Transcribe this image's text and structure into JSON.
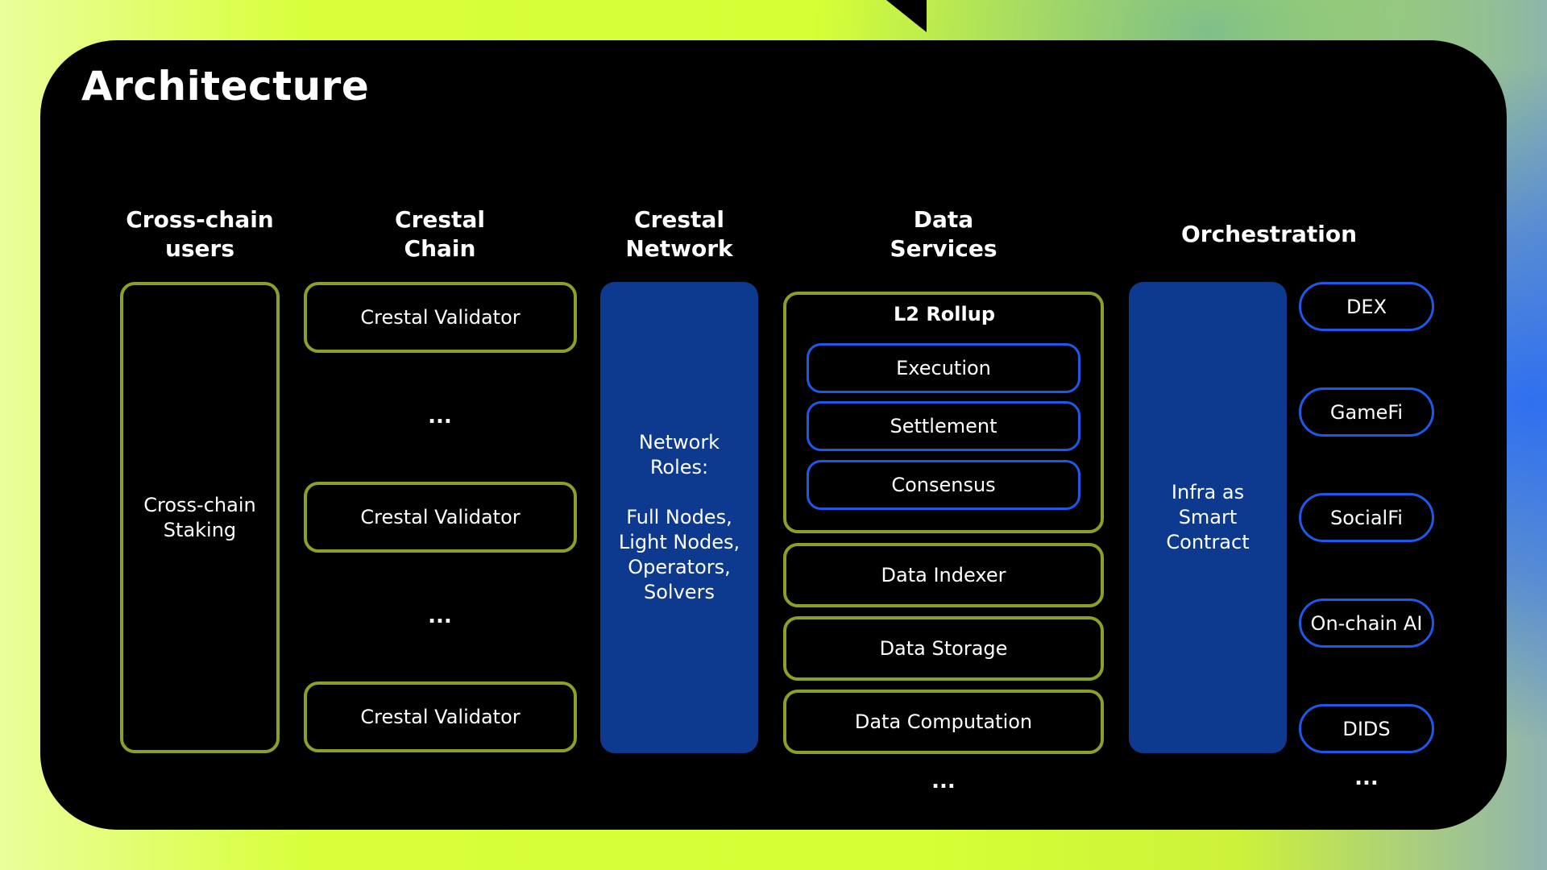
{
  "title": "Architecture",
  "columns": {
    "users": {
      "header": "Cross-chain\nusers",
      "box": "Cross-chain\nStaking"
    },
    "chain": {
      "header": "Crestal\nChain",
      "validators": [
        "Crestal Validator",
        "Crestal Validator",
        "Crestal Validator"
      ],
      "ellipsis": "..."
    },
    "network": {
      "header": "Crestal\nNetwork",
      "box": "Network\nRoles:\n\nFull Nodes,\nLight Nodes,\nOperators,\nSolvers"
    },
    "data": {
      "header": "Data\nServices",
      "rollup_title": "L2 Rollup",
      "rollup_items": [
        "Execution",
        "Settlement",
        "Consensus"
      ],
      "services": [
        "Data Indexer",
        "Data Storage",
        "Data Computation"
      ],
      "ellipsis": "..."
    },
    "orchestration": {
      "header": "Orchestration",
      "box": "Infra as\nSmart\nContract",
      "apps": [
        "DEX",
        "GameFi",
        "SocialFi",
        "On-chain AI",
        "DIDS"
      ],
      "ellipsis": "..."
    }
  },
  "colors": {
    "olive": "#8f9e26",
    "blue_outline": "#1f58e8",
    "blue_fill": "#0d3a8f",
    "panel": "#000000"
  }
}
